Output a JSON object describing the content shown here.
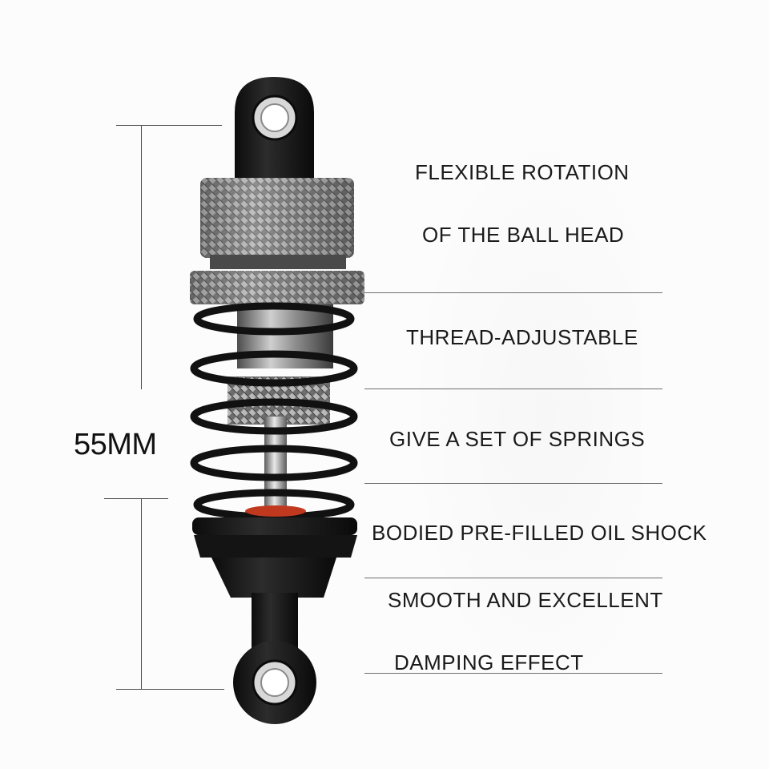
{
  "dimension": {
    "label": "55MM"
  },
  "features": [
    {
      "text": "FLEXIBLE ROTATION"
    },
    {
      "text": "OF THE BALL HEAD"
    },
    {
      "text": "THREAD-ADJUSTABLE"
    },
    {
      "text": "GIVE A SET OF SPRINGS"
    },
    {
      "text": "BODIED PRE-FILLED OIL SHOCK"
    },
    {
      "text": "SMOOTH AND EXCELLENT"
    },
    {
      "text": "DAMPING EFFECT"
    }
  ],
  "colors": {
    "spring": "#111111",
    "body": "#161616",
    "aluminum": "#8a8a8a",
    "oring": "#c0391f",
    "text": "#1a1a1a"
  }
}
